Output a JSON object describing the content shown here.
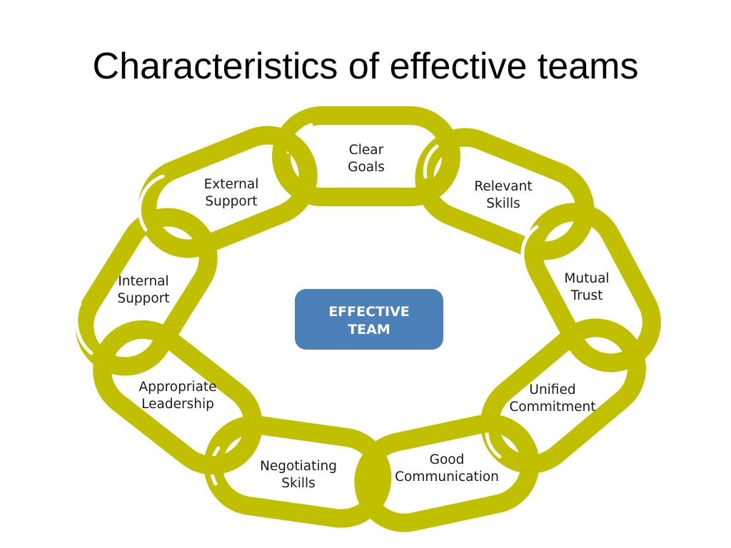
{
  "title": "Characteristics of effective teams",
  "center": {
    "line1": "EFFECTIVE",
    "line2": "TEAM"
  },
  "colors": {
    "chain": "#c0c000",
    "highlight": "#ffffff",
    "center_box": "#4b80b8"
  },
  "links": [
    {
      "line1": "Clear",
      "line2": "Goals"
    },
    {
      "line1": "Relevant",
      "line2": "Skills"
    },
    {
      "line1": "Mutual",
      "line2": "Trust"
    },
    {
      "line1": "Unified",
      "line2": "Commitment"
    },
    {
      "line1": "Good",
      "line2": "Communication"
    },
    {
      "line1": "Negotiating",
      "line2": "Skills"
    },
    {
      "line1": "Appropriate",
      "line2": "Leadership"
    },
    {
      "line1": "Internal",
      "line2": "Support"
    },
    {
      "line1": "External",
      "line2": "Support"
    }
  ]
}
